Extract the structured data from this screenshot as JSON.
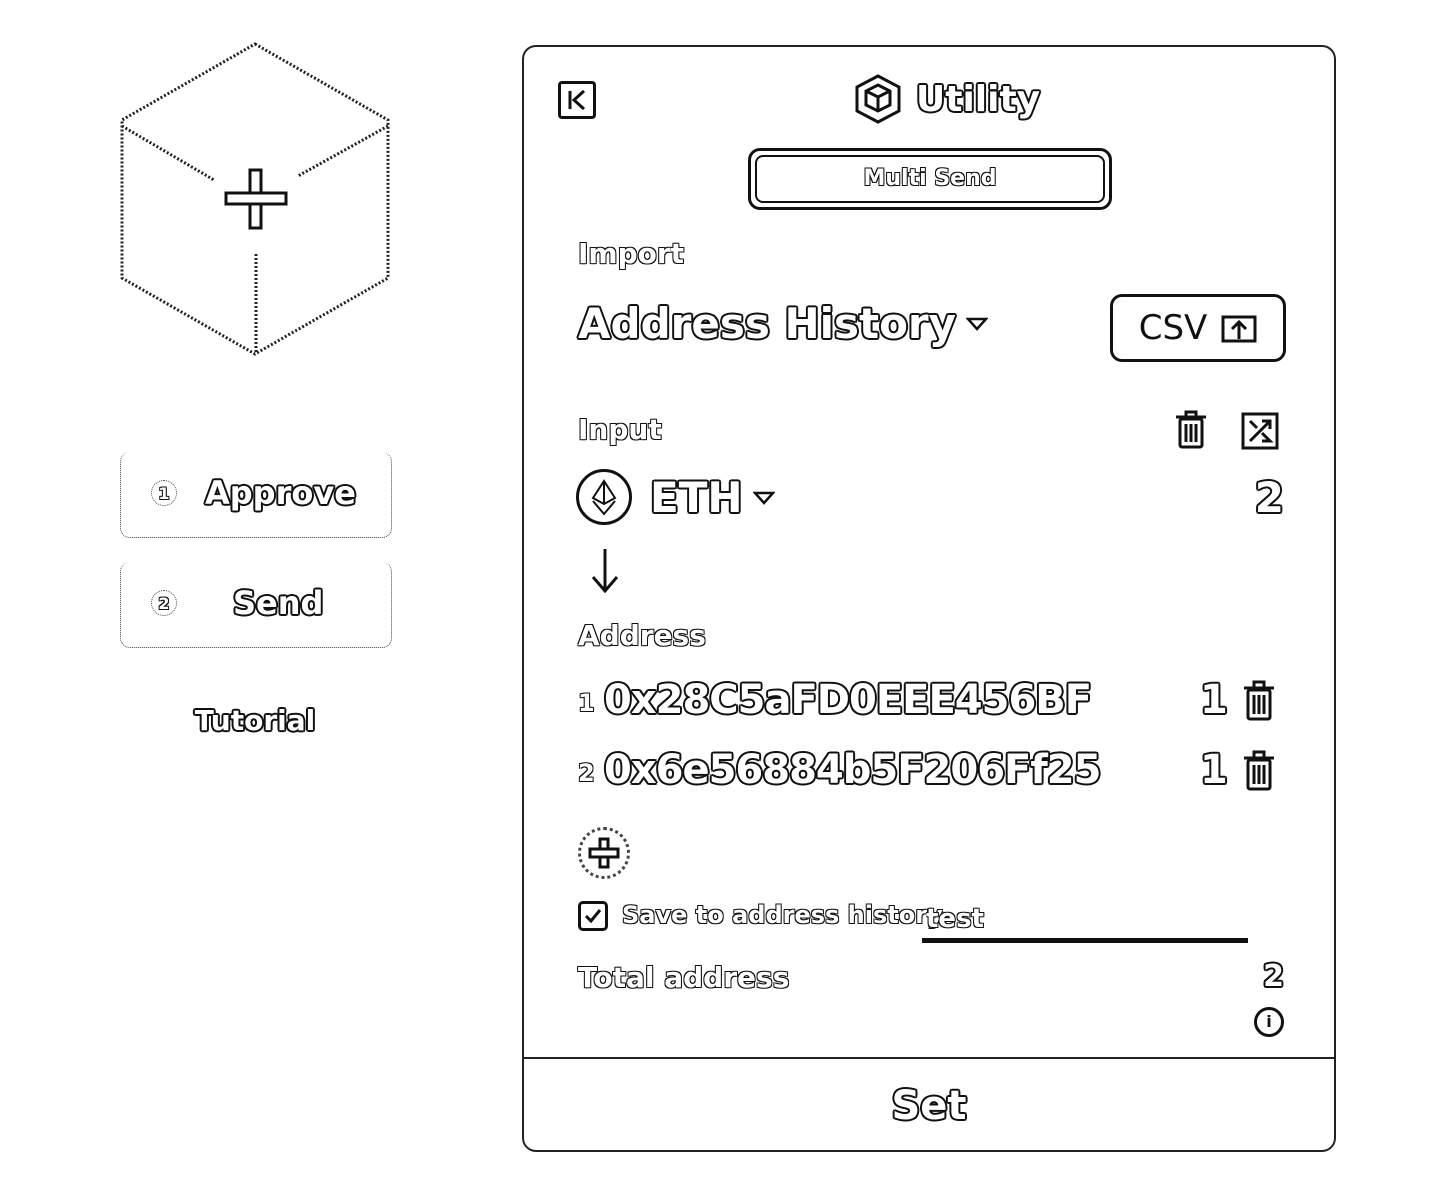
{
  "sidebar": {
    "steps": [
      {
        "number": "1",
        "label": "Approve"
      },
      {
        "number": "2",
        "label": "Send"
      }
    ],
    "tutorial_label": "Tutorial",
    "hero_icon": "cube-plus-icon"
  },
  "panel": {
    "title": "Utility",
    "title_icon": "cube-icon",
    "back_icon": "collapse-left-icon",
    "mode_button": "Multi Send",
    "import": {
      "label": "Import",
      "source": "Address History",
      "csv_button": "CSV"
    },
    "input": {
      "label": "Input",
      "token": "ETH",
      "amount": "2"
    },
    "address_section": {
      "label": "Address",
      "rows": [
        {
          "index": "1",
          "address": "0x28C5aFD0EEE456BF",
          "amount": "1"
        },
        {
          "index": "2",
          "address": "0x6e56884b5F206Ff25",
          "amount": "1"
        }
      ]
    },
    "save": {
      "checked": true,
      "label": "Save to address history",
      "name_value": "test"
    },
    "total": {
      "label": "Total address",
      "value": "2"
    },
    "set_button": "Set"
  }
}
